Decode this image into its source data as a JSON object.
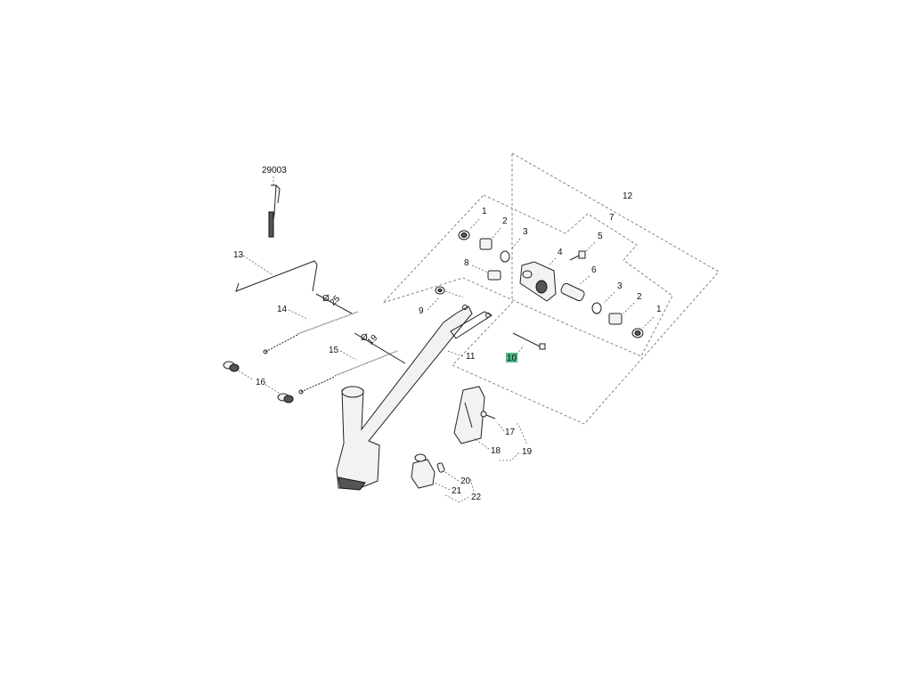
{
  "diagram": {
    "reference_label": "29003",
    "callouts": {
      "c1a": "1",
      "c2a": "2",
      "c3a": "3",
      "c4": "4",
      "c5": "5",
      "c6": "6",
      "c7": "7",
      "c8": "8",
      "c9": "9",
      "c10": "10",
      "c11": "11",
      "c12": "12",
      "c13": "13",
      "c14": "14",
      "c15": "15",
      "c16": "16",
      "c17": "17",
      "c18": "18",
      "c19": "19",
      "c20": "20",
      "c21": "21",
      "c22": "22",
      "c3b": "3",
      "c2b": "2",
      "c1b": "1"
    },
    "diameters": {
      "d25": "25",
      "d19": "19"
    },
    "diameter_symbol": "Ø",
    "highlighted_callout": "10",
    "highlight_color": "#4fb889"
  }
}
